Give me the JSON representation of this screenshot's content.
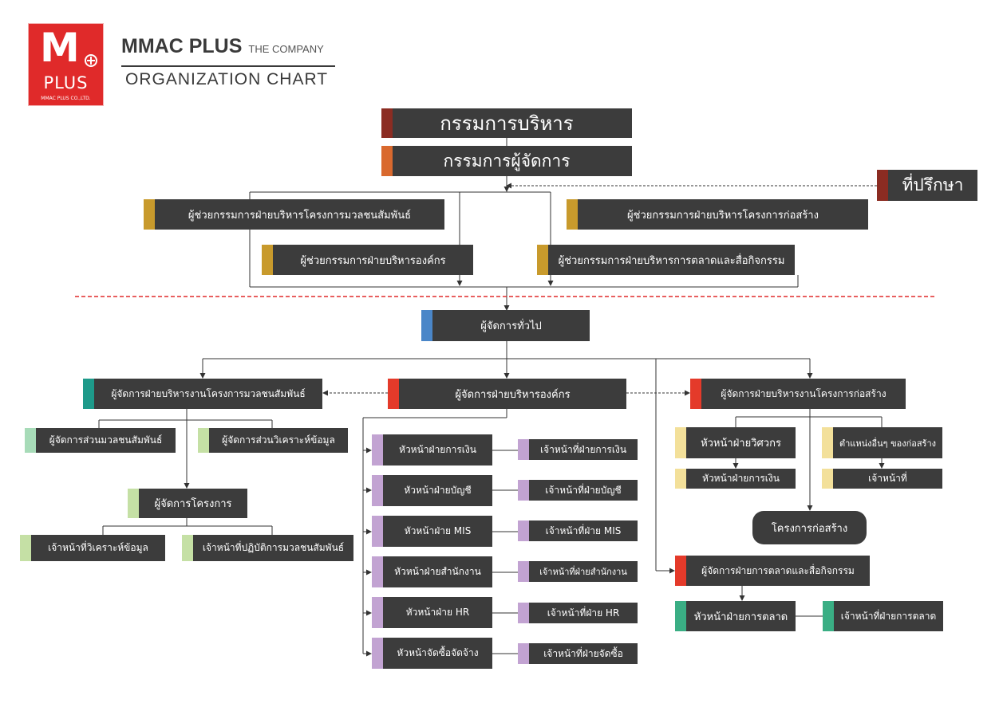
{
  "header": {
    "logo_letter": "M",
    "logo_word": "PLUS",
    "logo_company": "MMAC PLUS CO.,LTD.",
    "brand_name": "MMAC PLUS",
    "brand_tag": "THE COMPANY",
    "chart_title": "ORGANIZATION CHART"
  },
  "colors": {
    "box": "#3c3c3c",
    "exec": "#8b2c22",
    "md": "#d9692e",
    "gold": "#c89a2c",
    "blue": "#4a86c8",
    "teal": "#1e9a8a",
    "red": "#e43a2a",
    "light_green": "#c5e0a5",
    "mint": "#a7dbb8",
    "lavender": "#c2a3d2",
    "yellow": "#f3e09a",
    "green": "#3aae84",
    "divider": "#e02a2a"
  },
  "nodes": {
    "executive_board": "กรรมการบริหาร",
    "managing_director": "กรรมการผู้จัดการ",
    "advisor": "ที่ปรึกษา",
    "asst_mass_comm": "ผู้ช่วยกรรมการฝ่ายบริหารโครงการมวลชนสัมพันธ์",
    "asst_construction": "ผู้ช่วยกรรมการฝ่ายบริหารโครงการก่อสร้าง",
    "asst_org": "ผู้ช่วยกรรมการฝ่ายบริหารองค์กร",
    "asst_marketing": "ผู้ช่วยกรรมการฝ่ายบริหารการตลาดและสื่อกิจกรรม",
    "general_manager": "ผู้จัดการทั่วไป",
    "mgr_mass_comm": "ผู้จัดการฝ่ายบริหารงานโครงการมวลชนสัมพันธ์",
    "mgr_org": "ผู้จัดการฝ่ายบริหารองค์กร",
    "mgr_construction": "ผู้จัดการฝ่ายบริหารงานโครงการก่อสร้าง",
    "sec_mass_comm": "ผู้จัดการส่วนมวลชนสัมพันธ์",
    "sec_analysis": "ผู้จัดการส่วนวิเคราะห์ข้อมูล",
    "project_manager": "ผู้จัดการโครงการ",
    "staff_analysis": "เจ้าหน้าที่วิเคราะห์ข้อมูล",
    "staff_mass_ops": "เจ้าหน้าที่ปฏิบัติการมวลชนสัมพันธ์",
    "head_finance": "หัวหน้าฝ่ายการเงิน",
    "staff_finance": "เจ้าหน้าที่ฝ่ายการเงิน",
    "head_accounting": "หัวหน้าฝ่ายบัญชี",
    "staff_accounting": "เจ้าหน้าที่ฝ่ายบัญชี",
    "head_mis": "หัวหน้าฝ่าย MIS",
    "staff_mis": "เจ้าหน้าที่ฝ่าย MIS",
    "head_office": "หัวหน้าฝ่ายสำนักงาน",
    "staff_office": "เจ้าหน้าที่ฝ่ายสำนักงาน",
    "head_hr": "หัวหน้าฝ่าย HR",
    "staff_hr": "เจ้าหน้าที่ฝ่าย HR",
    "head_purchasing": "หัวหน้าจัดซื้อจัดจ้าง",
    "staff_purchasing": "เจ้าหน้าที่ฝ่ายจัดซื้อ",
    "head_engineering": "หัวหน้าฝ่ายวิศวกร",
    "other_positions": "ตำแหน่งอื่นๆ ของก่อสร้าง",
    "head_finance_construction": "หัวหน้าฝ่ายการเงิน",
    "staff_construction": "เจ้าหน้าที่",
    "construction_projects": "โครงการก่อสร้าง",
    "mgr_marketing": "ผู้จัดการฝ่ายการตลาดและสื่อกิจกรรม",
    "head_marketing": "หัวหน้าฝ่ายการตลาด",
    "staff_marketing": "เจ้าหน้าที่ฝ่ายการตลาด"
  }
}
